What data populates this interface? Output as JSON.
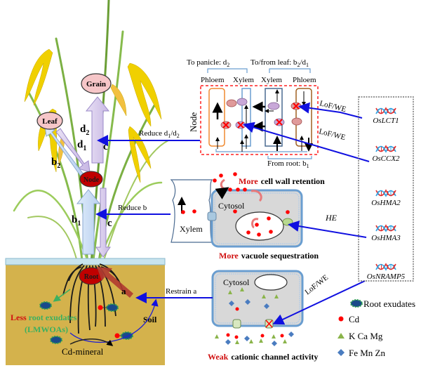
{
  "plant": {
    "grain": "Grain",
    "leaf": "Leaf",
    "node": "Node",
    "root": "Root",
    "labels": {
      "d2": "d",
      "d2_sub": "2",
      "d1": "d",
      "d1_sub": "1",
      "c_upper": "c",
      "c_lower": "c",
      "b2": "b",
      "b2_sub": "2",
      "b1": "b",
      "b1_sub": "1",
      "a": "a"
    }
  },
  "soil": {
    "less": "Less",
    "root_exudates": "root exudates",
    "lmwoas": "(LMWOAs)",
    "soil_label": "Soil",
    "cd_mineral": "Cd-mineral"
  },
  "node_panel": {
    "to_panicle": "To panicle: d",
    "to_panicle_sub": "2",
    "to_from_leaf": "To/from leaf: b",
    "to_from_leaf_sub1": "2",
    "to_from_leaf_slash": "/d",
    "to_from_leaf_sub2": "1",
    "phloem_left": "Phloem",
    "xylem_left": "Xylem",
    "xylem_right": "Xylem",
    "phloem_right": "Phloem",
    "node_label": "Node",
    "from_root": "From root: b",
    "from_root_sub": "1"
  },
  "arrows": {
    "reduce_d": "Reduce d",
    "reduce_d_sub1": "1",
    "reduce_d_slash": "/d",
    "reduce_d_sub2": "2",
    "reduce_b": "Reduce  b",
    "restrain_a": "Restrain  a",
    "lof_we_1": "LoF/WE",
    "lof_we_2": "LoF/WE",
    "lof_we_3": "LoF/WE",
    "he": "HE"
  },
  "cell_mid": {
    "more1": "More",
    "cell_wall_retention": "cell wall  retention",
    "cytosol": "Cytosol",
    "xylem": "Xylem",
    "more2": "More",
    "vacuole_sequestration": "vacuole sequestration"
  },
  "cell_bottom": {
    "cytosol": "Cytosol",
    "weak": "Weak",
    "cationic_channel_activity": "cationic channel activity"
  },
  "genes": [
    "OsLCT1",
    "OsCCX2",
    "OsHMA2",
    "OsHMA3",
    "OsNRAMP5"
  ],
  "legend": [
    {
      "icon": "root-exudate-icon",
      "label": "Root exudates"
    },
    {
      "icon": "cd-dot-icon",
      "label": "Cd"
    },
    {
      "icon": "triangle-icon",
      "label": "K Ca Mg"
    },
    {
      "icon": "diamond-icon",
      "label": "Fe Mn Zn"
    }
  ],
  "colors": {
    "blue_arrow": "#1010e0",
    "red_text": "#d01010",
    "green_text": "#3cb060",
    "soil": "#d4b24c",
    "node_red": "#c00000",
    "grain_pink": "#f6c6c8",
    "cd_red": "#ff0000",
    "triangle_green": "#8ab44a",
    "diamond_blue": "#4a7cc0"
  }
}
